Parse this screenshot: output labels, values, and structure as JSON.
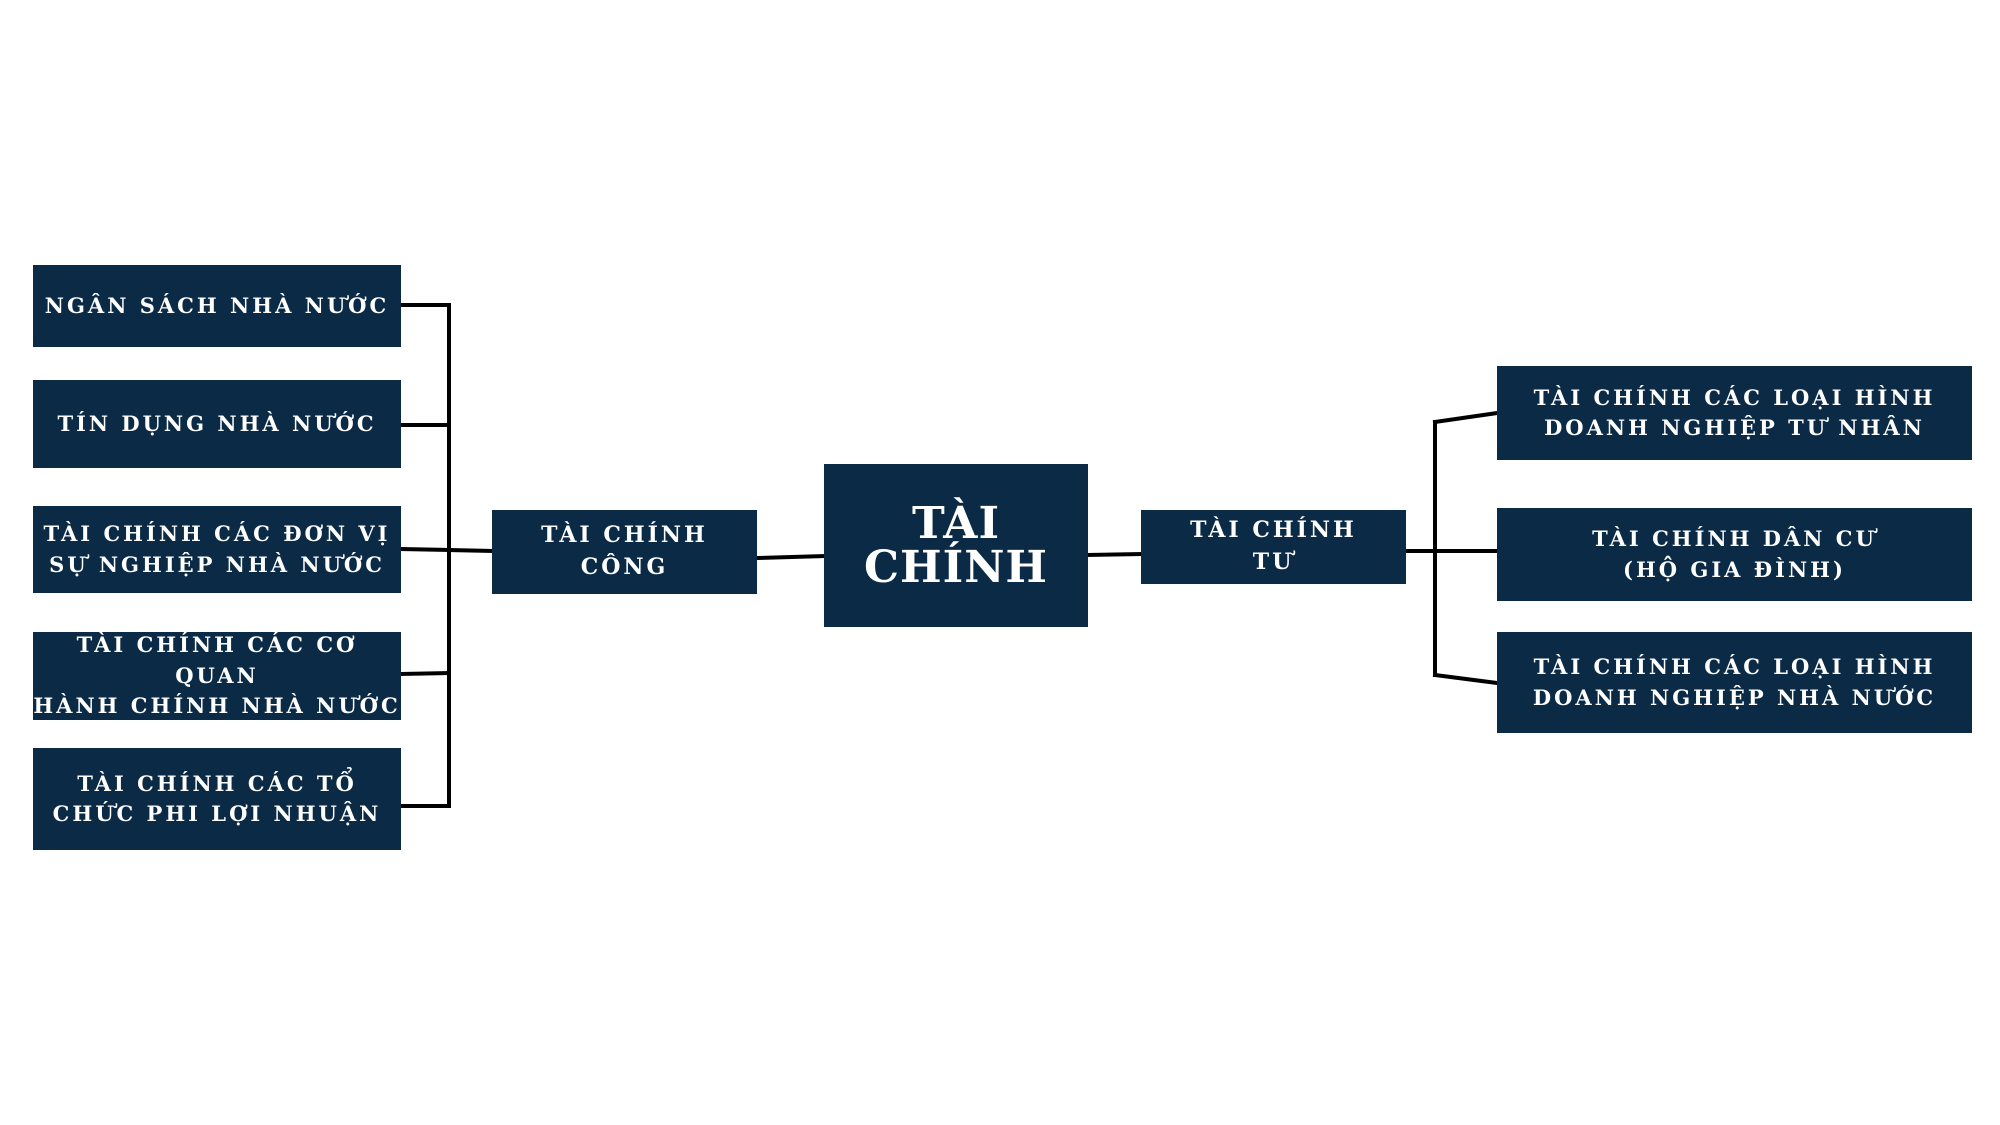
{
  "colors": {
    "node_fill": "#0b2a45",
    "node_text": "#ffffff",
    "connector": "#000000",
    "background": "#ffffff"
  },
  "root": {
    "label": "TÀI\nCHÍNH"
  },
  "public_branch": {
    "label": "TÀI CHÍNH\nCÔNG",
    "children": [
      "NGÂN SÁCH NHÀ NƯỚC",
      "TÍN DỤNG NHÀ NƯỚC",
      "TÀI CHÍNH CÁC ĐƠN VỊ\nSỰ NGHIỆP NHÀ NƯỚC",
      "TÀI CHÍNH CÁC CƠ QUAN\nHÀNH CHÍNH NHÀ NƯỚC",
      "TÀI CHÍNH CÁC TỔ\nCHỨC PHI LỢI NHUẬN"
    ]
  },
  "private_branch": {
    "label": "TÀI CHÍNH\nTƯ",
    "children": [
      "TÀI CHÍNH CÁC LOẠI HÌNH\nDOANH NGHIỆP TƯ NHÂN",
      "TÀI CHÍNH DÂN CƯ\n(HỘ GIA ĐÌNH)",
      "TÀI CHÍNH CÁC LOẠI HÌNH\nDOANH NGHIỆP NHÀ NƯỚC"
    ]
  }
}
